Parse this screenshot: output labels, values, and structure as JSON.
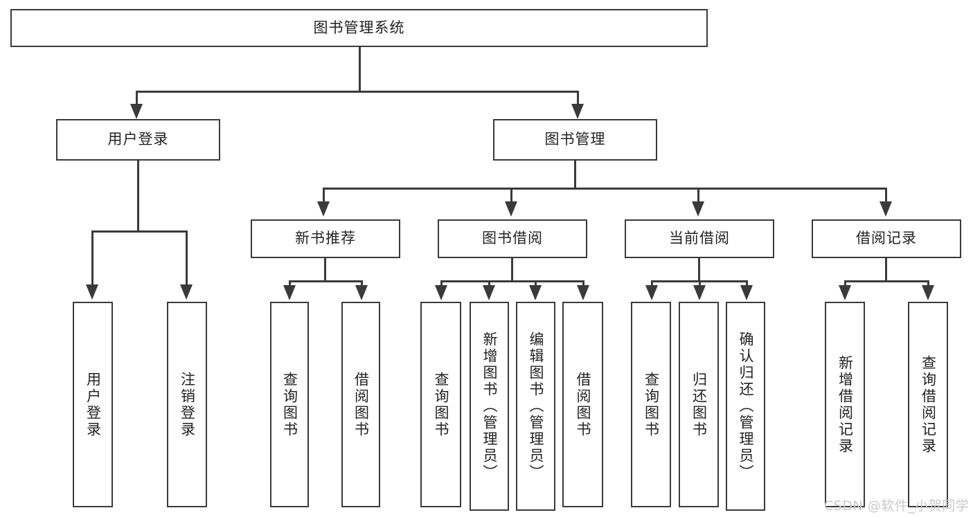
{
  "diagram": {
    "type": "hierarchy-tree",
    "title": "图书管理系统",
    "root": {
      "label": "图书管理系统"
    },
    "level2": [
      {
        "label": "用户登录"
      },
      {
        "label": "图书管理"
      }
    ],
    "level3": [
      {
        "label": "新书推荐"
      },
      {
        "label": "图书借阅"
      },
      {
        "label": "当前借阅"
      },
      {
        "label": "借阅记录"
      }
    ],
    "leaves": {
      "user_login": [
        {
          "label": "用户登录"
        },
        {
          "label": "注销登录"
        }
      ],
      "new_book_recommend": [
        {
          "label": "查询图书"
        },
        {
          "label": "借阅图书"
        }
      ],
      "book_borrow": [
        {
          "label": "查询图书"
        },
        {
          "label": "新增图书（管理员）"
        },
        {
          "label": "编辑图书（管理员）"
        },
        {
          "label": "借阅图书"
        }
      ],
      "current_borrow": [
        {
          "label": "查询图书"
        },
        {
          "label": "归还图书"
        },
        {
          "label": "确认归还（管理员）"
        }
      ],
      "borrow_records": [
        {
          "label": "新增借阅记录"
        },
        {
          "label": "查询借阅记录"
        }
      ]
    }
  },
  "watermark": {
    "text": "CSDN @软件_小贺同学"
  },
  "colors": {
    "stroke": "#3a3a3a",
    "background": "#ffffff",
    "text": "#222222",
    "watermark": "#c9c9c9"
  }
}
